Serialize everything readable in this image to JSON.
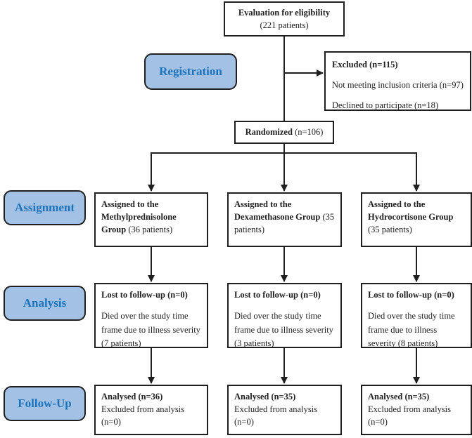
{
  "colors": {
    "stage_fill": "#a3c1e5",
    "stage_text": "#1b74bb",
    "line": "#1f1f1f",
    "background": "#ffffff"
  },
  "eligibility": {
    "bold": "Evaluation for eligibility",
    "rest": " (221 patients)"
  },
  "excluded": {
    "title": "Excluded (n=115)",
    "lines": [
      "Not meeting inclusion criteria (n=97)",
      "Declined to participate (n=18)"
    ]
  },
  "randomized": {
    "bold": "Randomized",
    "rest": " (n=106)"
  },
  "stages": {
    "registration": "Registration",
    "assignment": "Assignment",
    "analysis": "Analysis",
    "followup": "Follow-Up"
  },
  "groups": [
    {
      "assigned_bold": "Assigned to the Methylprednisolone Group",
      "assigned_rest": " (36 patients)",
      "lost_bold": "Lost to follow-up (n=0)",
      "lost_detail": "Died over the study time frame due to illness severity (7 patients)",
      "analysed_bold": "Analysed (n=36)",
      "analysed_lines": [
        "Excluded from analysis (n=0)"
      ]
    },
    {
      "assigned_bold": "Assigned to the Dexamethasone Group",
      "assigned_rest": " (35 patients)",
      "lost_bold": "Lost to follow-up (n=0)",
      "lost_detail": "Died over the study time frame due to illness severity (3 patients)",
      "analysed_bold": "Analysed (n=35)",
      "analysed_lines": [
        "Excluded from analysis",
        "(n=0)"
      ]
    },
    {
      "assigned_bold": "Assigned to the Hydrocortisone Group",
      "assigned_rest": " (35 patients)",
      "lost_bold": "Lost to follow-up (n=0)",
      "lost_detail": "Died over the study time frame due to illness severity (8 patients)",
      "analysed_bold": "Analysed (n=35)",
      "analysed_lines": [
        "Excluded from analysis",
        "(n=0)"
      ]
    }
  ]
}
